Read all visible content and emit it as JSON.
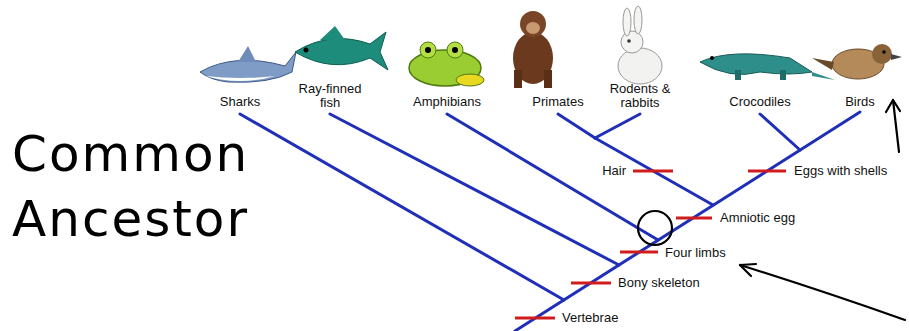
{
  "diagram": {
    "labels": [
      "Sharks",
      "Ray-finned fish",
      "Amphibians",
      "Primates",
      "Rodents & rabbits",
      "Crocodiles",
      "Birds",
      "Hair",
      "Eggs with shells",
      "Amniotic egg",
      "Four limbs",
      "Bony skeleton",
      "Vertebrae",
      "Common Ancestor"
    ]
  }
}
